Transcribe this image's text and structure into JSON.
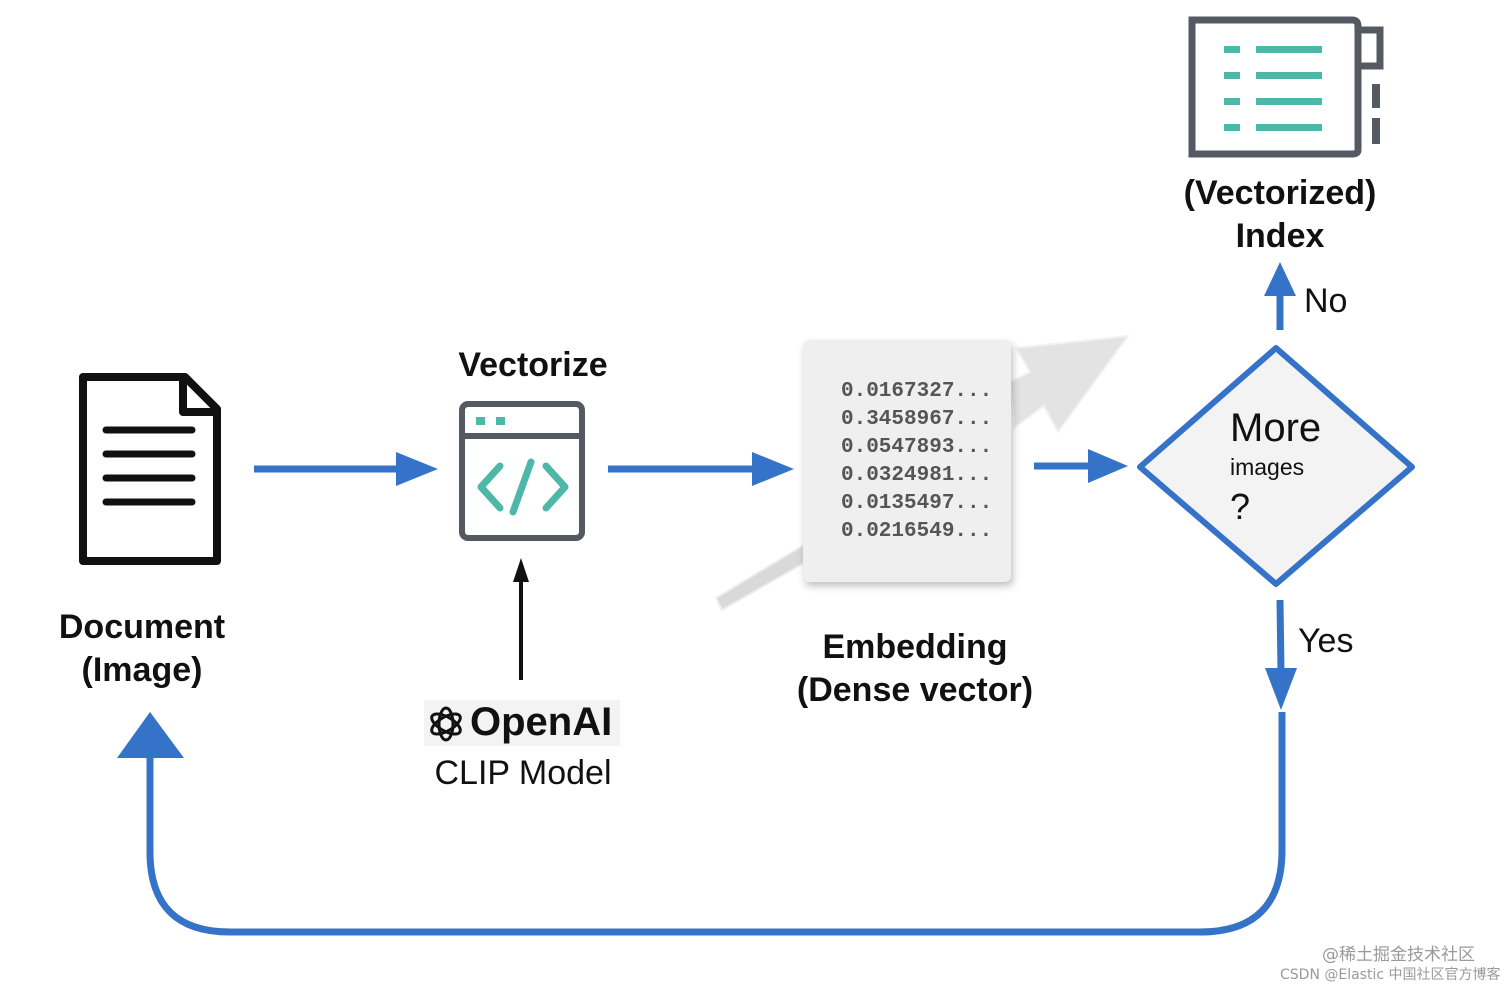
{
  "nodes": {
    "document": {
      "line1": "Document",
      "line2": "(Image)"
    },
    "vectorize": {
      "label": "Vectorize"
    },
    "model": {
      "brand": "OpenAI",
      "name": "CLIP Model"
    },
    "embedding": {
      "values": [
        "0.0167327...",
        "0.3458967...",
        "0.0547893...",
        "0.0324981...",
        "0.0135497...",
        "0.0216549..."
      ],
      "line1": "Embedding",
      "line2": "(Dense vector)"
    },
    "decision": {
      "line1": "More",
      "line2": "images",
      "line3": "?"
    },
    "index": {
      "line1": "(Vectorized)",
      "line2": "Index"
    }
  },
  "edges": {
    "no_label": "No",
    "yes_label": "Yes"
  },
  "icons": [
    "document-icon",
    "code-window-icon",
    "openai-logo-icon",
    "index-list-icon"
  ],
  "colors": {
    "arrow": "#3573c8",
    "teal": "#4db8a8",
    "slate": "#555a62",
    "black": "#111111"
  },
  "watermark": {
    "line1": "@稀土掘金技术社区",
    "line2": "CSDN @Elastic 中国社区官方博客"
  }
}
